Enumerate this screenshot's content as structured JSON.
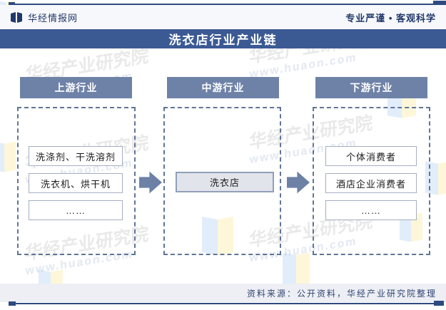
{
  "header": {
    "logo_text": "华经情报网",
    "slogan": "专业严谨 • 客观科学"
  },
  "title": "洗衣店行业产业链",
  "chain": {
    "columns": [
      {
        "label": "上游行业",
        "items": [
          "洗涤剂、干洗溶剂",
          "洗衣机、烘干机",
          "……"
        ]
      },
      {
        "label": "中游行业",
        "items": [
          "洗衣店"
        ]
      },
      {
        "label": "下游行业",
        "items": [
          "个体消费者",
          "酒店企业消费者",
          "……"
        ]
      }
    ]
  },
  "footer": {
    "source": "资料来源：公开资料，华经产业研究院整理"
  },
  "watermark": {
    "brand": "华经产业研究院",
    "url": "www.huaon.com"
  },
  "icons": {
    "logo": "open-book",
    "arrow": "arrow-right"
  },
  "colors": {
    "title_bar": "#3b5a94",
    "column_header": "#6e82a7",
    "arrow": "#6d81a6",
    "rule": "#2e4a80",
    "mid_box_fill": "#e2e4eb",
    "dashed_border": "#5f7597",
    "source_bar_bg": "#edeff4",
    "text_navy": "#21386b"
  }
}
